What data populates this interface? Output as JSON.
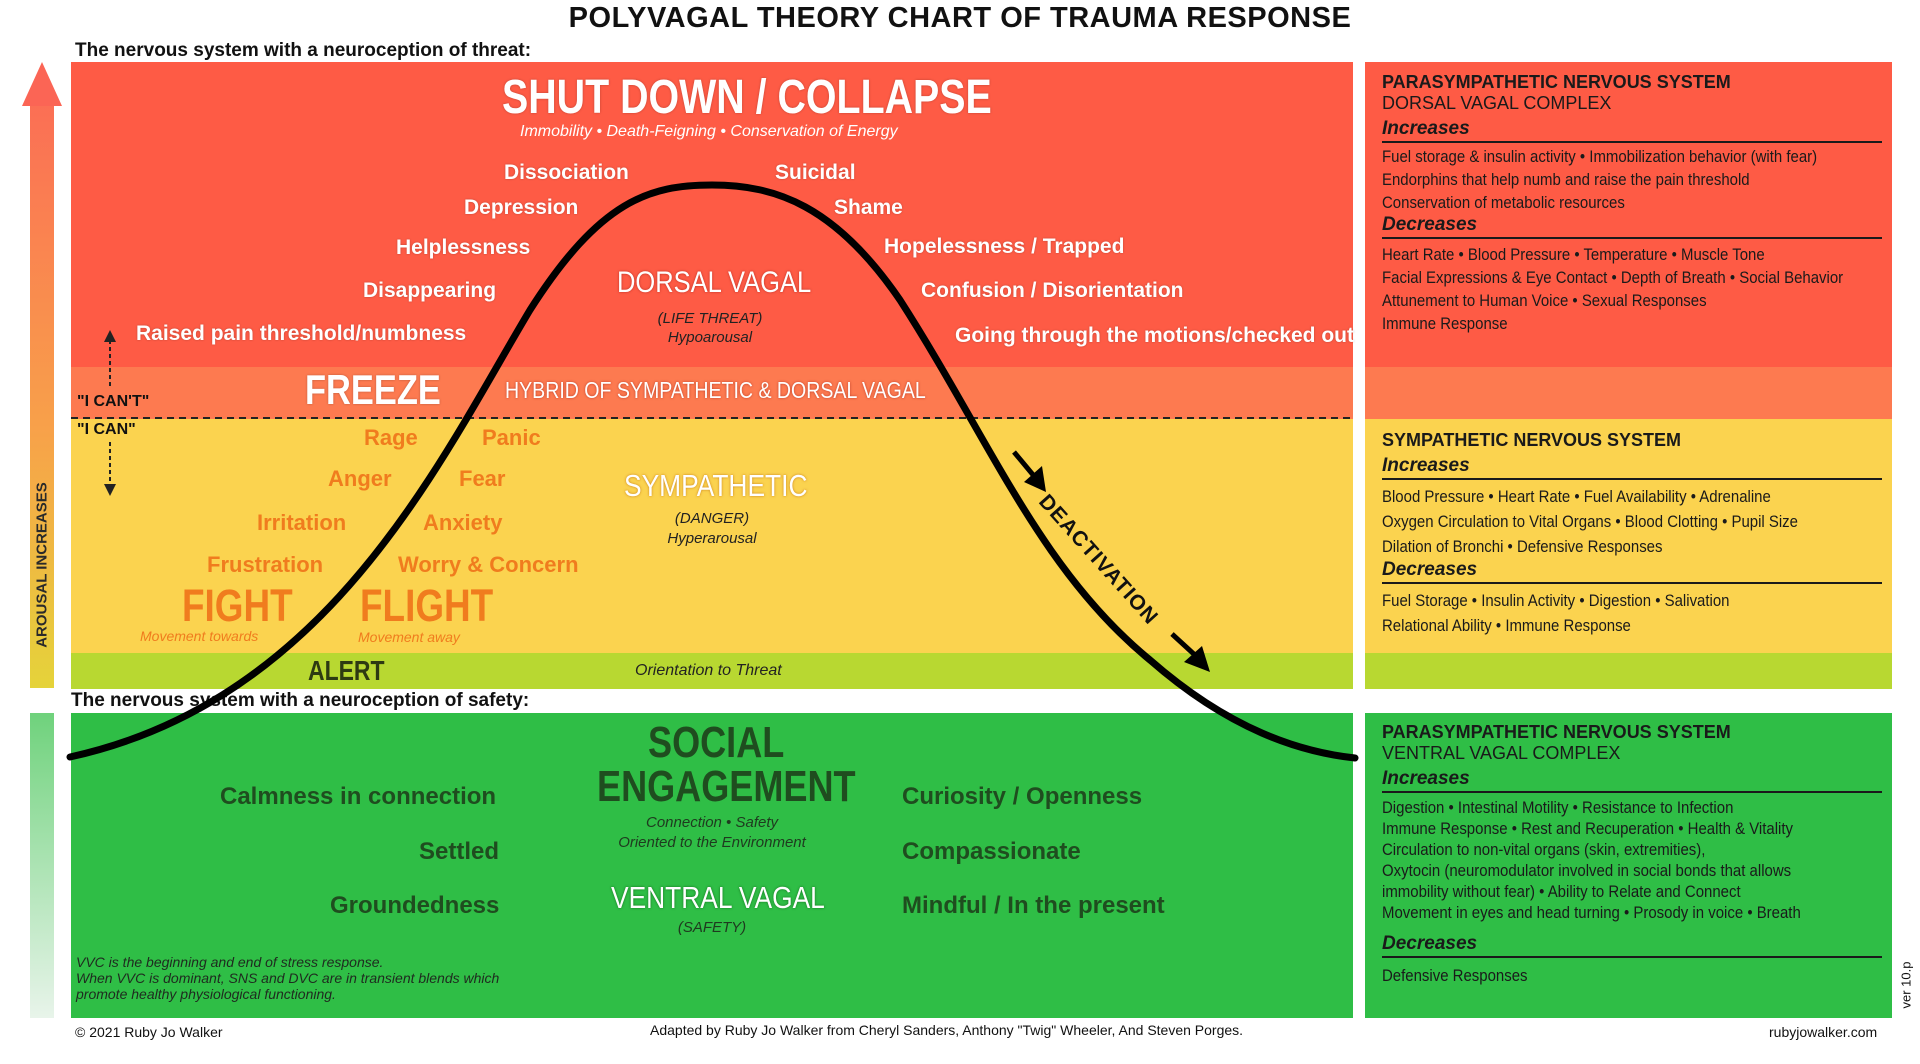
{
  "title": "POLYVAGAL THEORY CHART OF TRAUMA RESPONSE",
  "threat_heading": "The nervous system with a neuroception of threat:",
  "safety_heading": "The nervous system with a neuroception of safety:",
  "arousal_label": "AROUSAL INCREASES",
  "icant": "\"I CAN'T\"",
  "ican": "\"I CAN\"",
  "deactivation": "DEACTIVATION",
  "colors": {
    "red": "#fe5b45",
    "freeze": "#fd7a50",
    "yellow": "#fbd34f",
    "alert": "#b8d831",
    "green": "#2fbe46",
    "orange_text": "#f07c1e"
  },
  "shutdown": {
    "title": "SHUT DOWN / COLLAPSE",
    "subtitle": "Immobility • Death-Feigning • Conservation of Energy",
    "left_labels": [
      "Dissociation",
      "Depression",
      "Helplessness",
      "Disappearing",
      "Raised pain threshold/numbness"
    ],
    "right_labels": [
      "Suicidal",
      "Shame",
      "Hopelessness  / Trapped",
      "Confusion / Disorientation",
      "Going through the motions/checked out"
    ],
    "center_title": "DORSAL VAGAL",
    "center_sub1": "(LIFE THREAT)",
    "center_sub2": "Hypoarousal"
  },
  "freeze": {
    "title": "FREEZE",
    "hybrid": "HYBRID OF SYMPATHETIC & DORSAL VAGAL"
  },
  "sympathetic": {
    "left_labels": [
      "Rage",
      "Anger",
      "Irritation",
      "Frustration"
    ],
    "right_labels": [
      "Panic",
      "Fear",
      "Anxiety",
      "Worry & Concern"
    ],
    "center_title": "SYMPATHETIC",
    "center_sub1": "(DANGER)",
    "center_sub2": "Hyperarousal",
    "fight": "FIGHT",
    "fight_sub": "Movement towards",
    "flight": "FLIGHT",
    "flight_sub": "Movement away"
  },
  "alert": {
    "title": "ALERT",
    "orientation": "Orientation to Threat"
  },
  "social": {
    "title1": "SOCIAL",
    "title2": "ENGAGEMENT",
    "sub1": "Connection • Safety",
    "sub2": "Oriented to the Environment",
    "left_labels": [
      "Calmness in connection",
      "Settled",
      "Groundedness"
    ],
    "right_labels": [
      "Curiosity / Openness",
      "Compassionate",
      "Mindful / In the present"
    ],
    "center_title": "VENTRAL VAGAL",
    "center_sub": "(SAFETY)",
    "note": [
      "VVC is the beginning and end of stress response.",
      "When VVC is dominant, SNS and DVC are in transient blends which",
      "promote healthy physiological functioning."
    ]
  },
  "panels": {
    "dorsal": {
      "heading": "PARASYMPATHETIC NERVOUS SYSTEM",
      "subheading": "DORSAL VAGAL COMPLEX",
      "increases_label": "Increases",
      "increases": [
        "Fuel storage & insulin activity • Immobilization behavior (with fear)",
        "Endorphins that help numb and raise the pain threshold",
        "Conservation of metabolic resources"
      ],
      "decreases_label": "Decreases",
      "decreases": [
        "Heart Rate • Blood Pressure • Temperature • Muscle Tone",
        "Facial Expressions & Eye Contact • Depth of Breath • Social Behavior",
        "Attunement to Human Voice • Sexual Responses",
        "Immune Response"
      ]
    },
    "sympathetic": {
      "heading": "SYMPATHETIC NERVOUS SYSTEM",
      "increases_label": "Increases",
      "increases": [
        "Blood Pressure • Heart Rate • Fuel Availability • Adrenaline",
        "Oxygen Circulation to Vital Organs • Blood Clotting • Pupil Size",
        "Dilation of Bronchi • Defensive Responses"
      ],
      "decreases_label": "Decreases",
      "decreases": [
        "Fuel Storage • Insulin Activity • Digestion • Salivation",
        "Relational Ability • Immune Response"
      ]
    },
    "ventral": {
      "heading": "PARASYMPATHETIC NERVOUS SYSTEM",
      "subheading": "VENTRAL VAGAL COMPLEX",
      "increases_label": "Increases",
      "increases": [
        "Digestion • Intestinal Motility • Resistance to Infection",
        "Immune Response • Rest and Recuperation • Health & Vitality",
        "Circulation to non-vital organs (skin, extremities),",
        "Oxytocin (neuromodulator involved in social bonds that allows",
        "immobility without fear) • Ability to Relate and Connect",
        "Movement in eyes and head turning • Prosody in voice • Breath"
      ],
      "decreases_label": "Decreases",
      "decreases": [
        "Defensive Responses"
      ]
    }
  },
  "footer": {
    "copyright": "© 2021 Ruby Jo Walker",
    "adapted": "Adapted by Ruby Jo Walker from Cheryl Sanders, Anthony \"Twig\" Wheeler, And Steven Porges.",
    "site": "rubyjowalker.com",
    "version": "ver 10.p"
  }
}
